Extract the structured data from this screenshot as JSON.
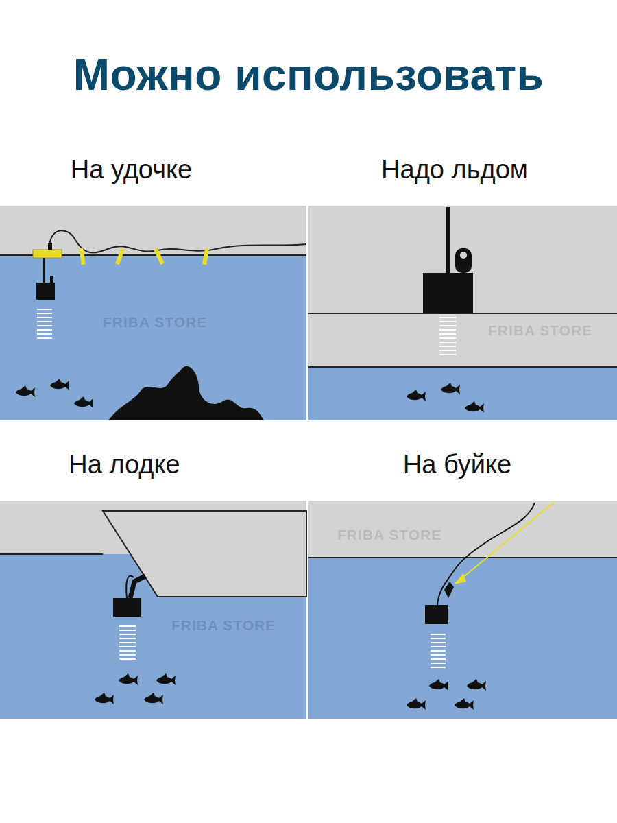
{
  "diagram": {
    "title": "Можно использовать",
    "nodes": [
      {
        "text": [
          "На удочке"
        ]
      },
      {
        "text": [
          "Надо льдом"
        ]
      },
      {
        "text": [
          "На лодке"
        ]
      },
      {
        "text": [
          "На буйке"
        ]
      }
    ],
    "labels": [
      "FRIBA STORE",
      "FRIBA STORE",
      "FRIBA STORE",
      "FRIBA STORE"
    ]
  }
}
